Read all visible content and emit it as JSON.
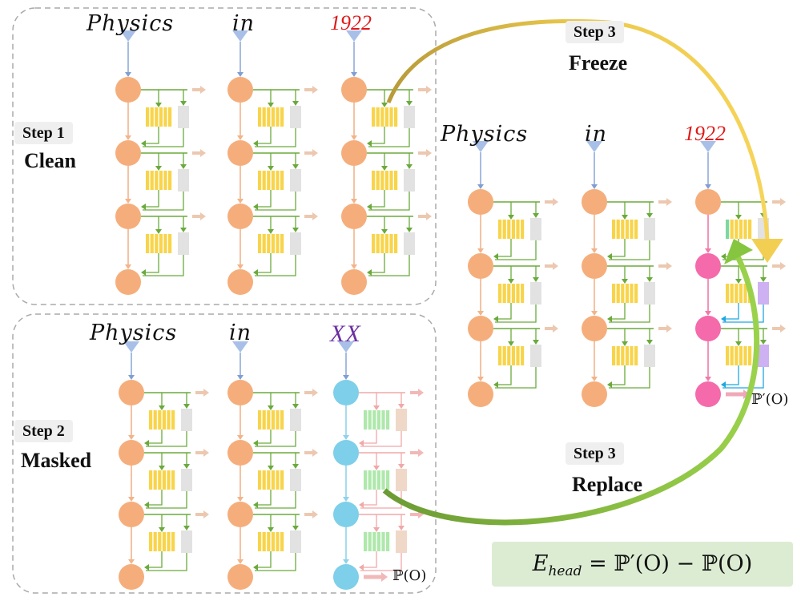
{
  "panels": {
    "clean": {
      "badge": "Step 1",
      "title": "Clean",
      "tokens": [
        "Physics",
        "in",
        "1922"
      ]
    },
    "masked": {
      "badge": "Step 2",
      "title": "Masked",
      "tokens": [
        "Physics",
        "in",
        "XX"
      ],
      "prob": "ℙ(O)"
    },
    "patched": {
      "tokens": [
        "Physics",
        "in",
        "1922"
      ],
      "prob": "ℙ′(O)"
    }
  },
  "steps": {
    "freeze": {
      "badge": "Step 3",
      "title": "Freeze"
    },
    "replace": {
      "badge": "Step 3",
      "title": "Replace"
    }
  },
  "formula": {
    "lhs": "E",
    "lhs_sub": "head",
    "rhs": "= ℙ′(O) − ℙ(O)"
  },
  "colors": {
    "node_orange": "#f5ae7b",
    "node_blue": "#7ecfe9",
    "node_pink": "#f56aaa",
    "attention_yellow": "#f8d44a",
    "attention_green": "#aee8ab",
    "mlp_gray": "#e2e2e2",
    "mlp_tan": "#efd8c8",
    "mlp_purple": "#cdb1f2",
    "edge_green": "#6aaa3c",
    "edge_pink": "#f0a8a8",
    "edge_cyan": "#1ea8e0",
    "freeze_arrow": "#f2cf52",
    "replace_arrow": "#86c540",
    "formula_bg": "#dcecd3"
  }
}
